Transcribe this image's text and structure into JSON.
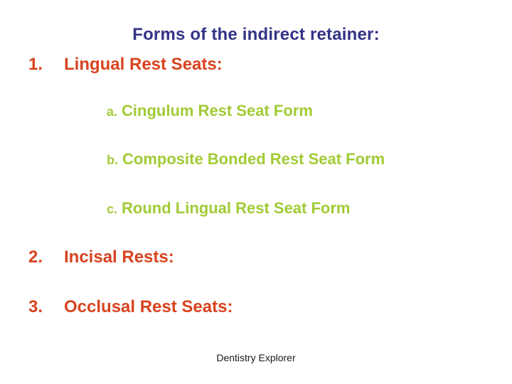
{
  "slide": {
    "title": "Forms of the indirect retainer:",
    "items": [
      {
        "marker": "1.",
        "label": "Lingual Rest Seats:",
        "sub": [
          {
            "marker": "a.",
            "label": "Cingulum Rest Seat Form"
          },
          {
            "marker": "b.",
            "label": "Composite Bonded Rest Seat Form"
          },
          {
            "marker": "c.",
            "label": "Round Lingual Rest Seat Form"
          }
        ]
      },
      {
        "marker": "2.",
        "label": "Incisal Rests:"
      },
      {
        "marker": "3.",
        "label": "Occlusal Rest Seats:"
      }
    ],
    "footer": "Dentistry Explorer",
    "colors": {
      "background": "#FFFFFF",
      "title": "#333387",
      "item": "#D8431F",
      "sub_item": "#A1CB35",
      "footer": "#1A1A1A"
    }
  }
}
